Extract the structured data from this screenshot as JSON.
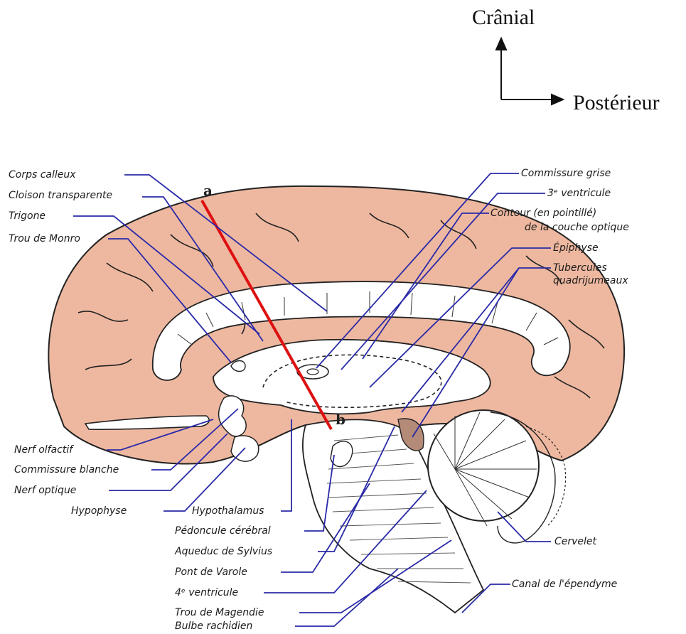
{
  "orientation": {
    "up": "Crânial",
    "right": "Postérieur"
  },
  "cut_line": {
    "start": "a",
    "end": "b",
    "color": "#dd1111"
  },
  "colors": {
    "brain": "#eeb8a0",
    "leader": "#2a2aa8",
    "outline": "#222222",
    "brainstem_shade": "#b48a78"
  },
  "labels_left": [
    "Corps calleux",
    "Cloison transparente",
    "Trigone",
    "Trou de Monro",
    "Nerf olfactif",
    "Commissure blanche",
    "Nerf optique",
    "Hypophyse",
    "Hypothalamus",
    "Pédoncule cérébral",
    "Aqueduc de Sylvius",
    "Pont de Varole",
    "4ᵉ ventricule",
    "Trou de Magendie",
    "Bulbe rachidien"
  ],
  "labels_right": [
    "Commissure grise",
    "3ᵉ ventricule",
    "Contour (en pointillé)",
    "de la couche optique",
    "Épiphyse",
    "Tubercules",
    "quadrijumeaux",
    "Cervelet",
    "Canal de l'épendyme"
  ]
}
